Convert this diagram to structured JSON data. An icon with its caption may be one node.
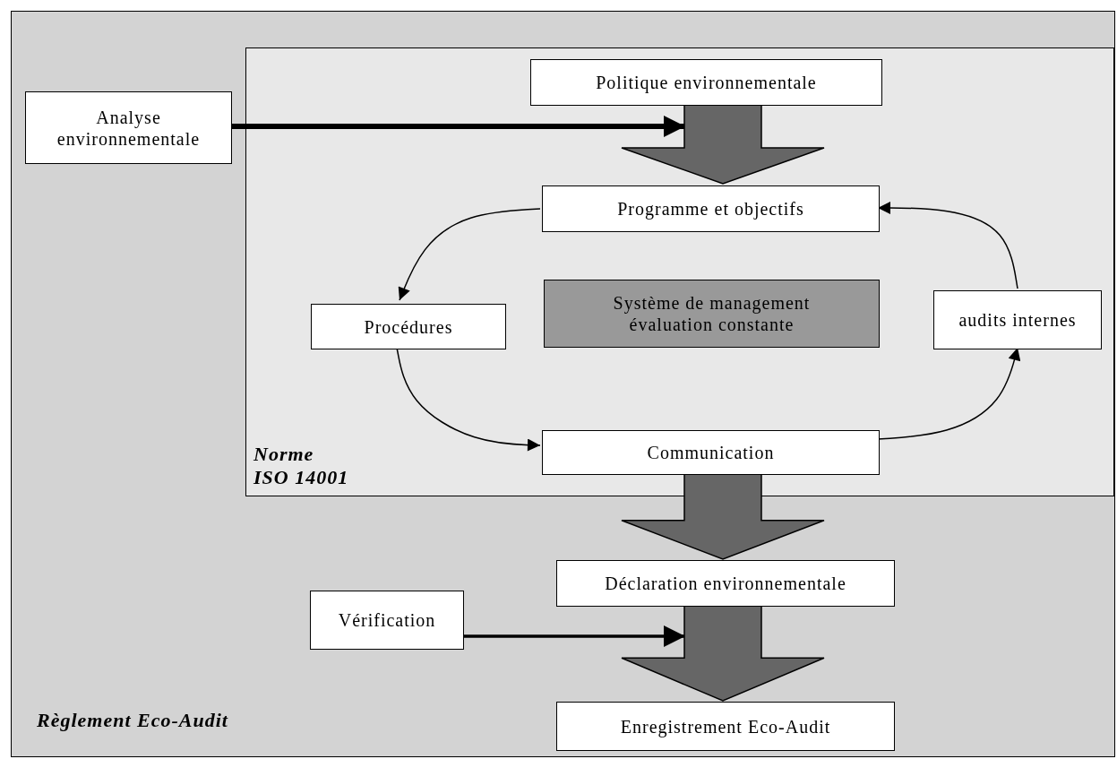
{
  "diagram": {
    "nodes": [
      {
        "text": [
          "Règlement Eco-Audit"
        ]
      },
      {
        "text": [
          "Norme ISO 14001"
        ],
        "in": 0
      },
      {
        "text": [
          "Politique environnementale"
        ],
        "in": 1
      },
      {
        "text": [
          "Analyse environnementale"
        ],
        "in": 0
      },
      {
        "text": [
          "Programme et objectifs"
        ],
        "in": 1
      },
      {
        "text": [
          "Système de management évaluation constante"
        ],
        "in": 1
      },
      {
        "text": [
          "Procédures"
        ],
        "in": 1
      },
      {
        "text": [
          "audits internes"
        ],
        "in": 1
      },
      {
        "text": [
          "Communication"
        ],
        "in": 1
      },
      {
        "text": [
          "Déclaration environnementale"
        ],
        "in": 0
      },
      {
        "text": [
          "Vérification"
        ],
        "in": 0
      },
      {
        "text": [
          "Enregistrement Eco-Audit"
        ],
        "in": 0
      }
    ],
    "edges": [
      {
        "from": 3,
        "to": 2,
        "arrow": "to",
        "style": "thick"
      },
      {
        "from": 2,
        "to": 4,
        "arrow": "to",
        "style": "thick",
        "color": "#666666"
      },
      {
        "from": 4,
        "to": 6,
        "arrow": "to"
      },
      {
        "from": 6,
        "to": 8,
        "arrow": "to"
      },
      {
        "from": 8,
        "to": 7,
        "arrow": "to"
      },
      {
        "from": 7,
        "to": 4,
        "arrow": "to"
      },
      {
        "from": 8,
        "to": 9,
        "arrow": "to",
        "style": "thick",
        "color": "#666666"
      },
      {
        "from": 10,
        "to": 9,
        "arrow": "to",
        "style": "thick"
      },
      {
        "from": 9,
        "to": 11,
        "arrow": "to",
        "style": "thick",
        "color": "#666666"
      }
    ]
  }
}
